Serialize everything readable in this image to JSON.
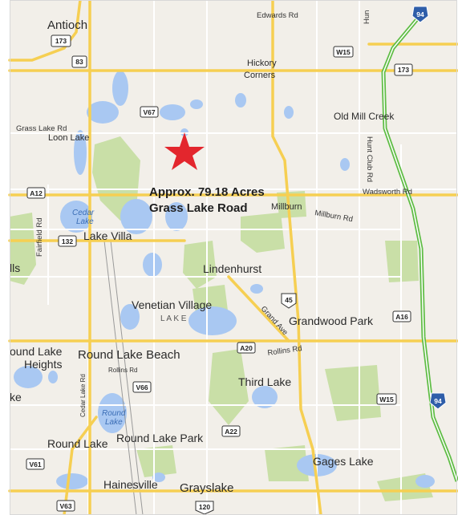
{
  "map": {
    "callout": {
      "line1": "Approx. 79.18 Acres",
      "line2": "Grass Lake Road"
    },
    "places": {
      "antioch": "Antioch",
      "hickory1": "Hickory",
      "hickory2": "Corners",
      "old_mill_creek": "Old Mill Creek",
      "loon_lake": "Loon Lake",
      "millburn": "Millburn",
      "lake_villa": "Lake Villa",
      "lindenhurst": "Lindenhurst",
      "venetian_village": "Venetian Village",
      "lake_letters": "L   A   K   E",
      "grandwood_park": "Grandwood Park",
      "round_lake_heights1": "ound Lake",
      "round_lake_heights2": "Heights",
      "round_lake_beach": "Round Lake Beach",
      "third_lake": "Third Lake",
      "round_lake": "Round Lake",
      "round_lake_park": "Round Lake Park",
      "gages_lake": "Gages Lake",
      "hainesville": "Hainesville",
      "grayslake": "Grayslake",
      "ills": "lls",
      "ke": "ke"
    },
    "water": {
      "cedar_lake1": "Cedar",
      "cedar_lake2": "Lake",
      "round_lake_w1": "Round",
      "round_lake_w2": "Lake"
    },
    "roads": {
      "edwards": "Edwards Rd",
      "grass_lake": "Grass Lake Rd",
      "hunt_club": "Hunt Club Rd",
      "hun": "Hun",
      "wadsworth": "Wadsworth Rd",
      "millburn": "Millburn Rd",
      "fairfield": "Fairfield Rd",
      "grand_ave": "Grand Ave",
      "rollins_east": "Rollins Rd",
      "rollins_west": "Rollins Rd",
      "cedar_lake_rd": "Cedar Lake Rd"
    },
    "shields": {
      "s173_left": "173",
      "s83": "83",
      "s173_right": "173",
      "w15_top": "W15",
      "v67": "V67",
      "a12": "A12",
      "s132": "132",
      "s45": "45",
      "a16": "A16",
      "a20": "A20",
      "v66": "V66",
      "w15_lower": "W15",
      "a22": "A22",
      "v61": "V61",
      "v63": "V63",
      "s120": "120",
      "i94_top": "94",
      "i94_lower": "94"
    },
    "colors": {
      "land": "#f2efe9",
      "water": "#a9c8f2",
      "park": "#c9dfa7",
      "major_road": "#f6cf52",
      "interstate": "#5fbd45",
      "marker": "#e3262d"
    }
  }
}
